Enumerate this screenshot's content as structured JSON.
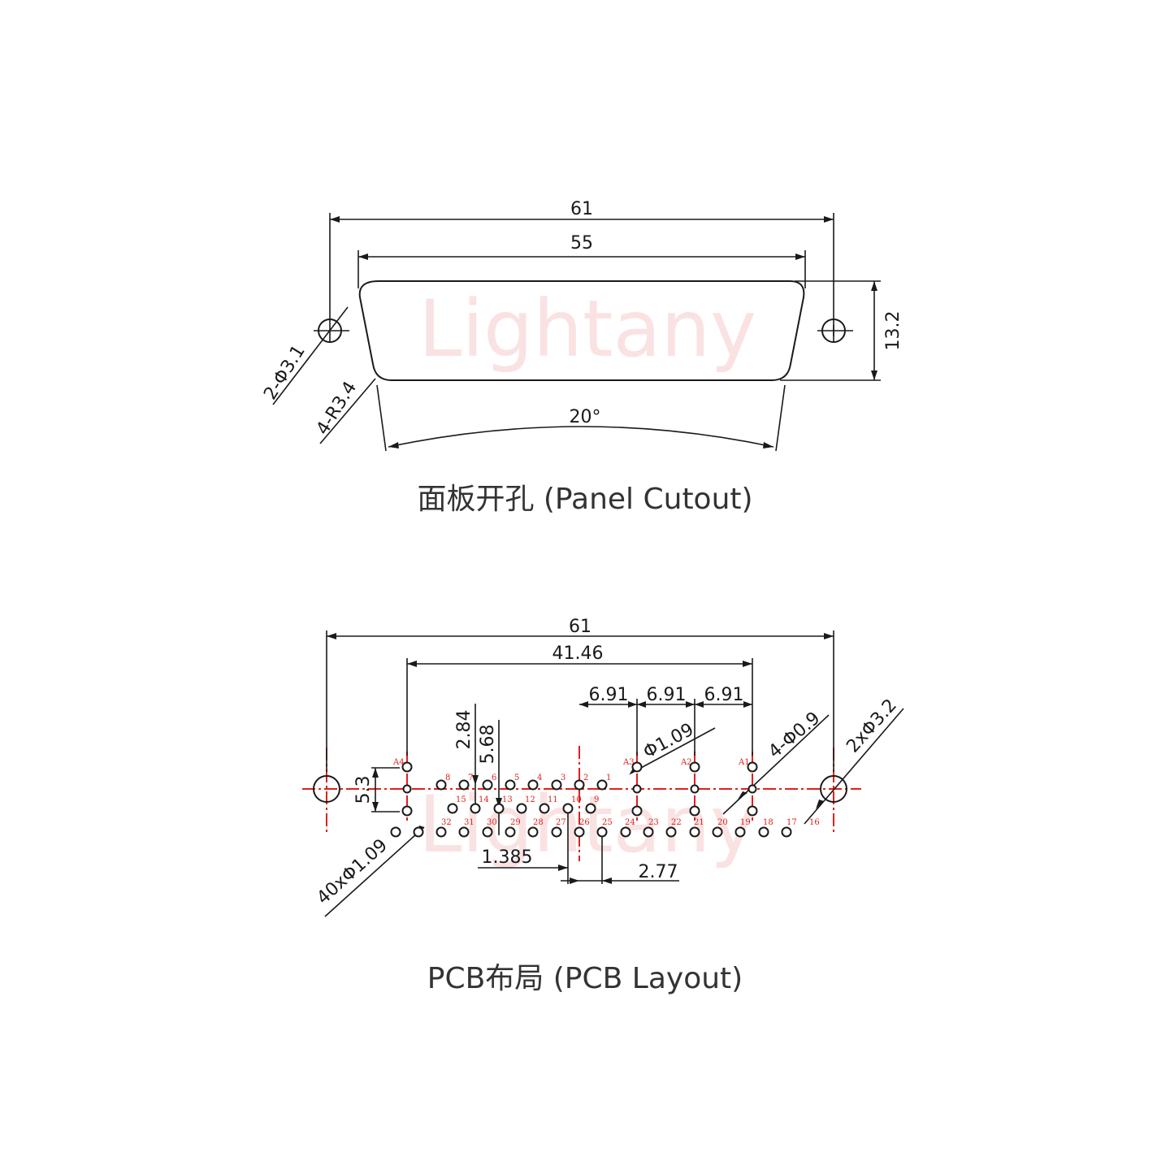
{
  "watermark": "Lightany",
  "panel": {
    "caption": "面板开孔 (Panel Cutout)",
    "dim_total": "61",
    "dim_inner": "55",
    "dim_height": "13.2",
    "angle": "20°",
    "mount_holes": "2-Φ3.1",
    "corner_radius": "4-R3.4"
  },
  "pcb": {
    "caption": "PCB布局 (PCB Layout)",
    "dim_total": "61",
    "dim_span": "41.46",
    "dim_pitch_a": "6.91",
    "dim_pitch_b": "6.91",
    "dim_pitch_c": "6.91",
    "dim_v1": "2.84",
    "dim_v2": "5.68",
    "dim_53": "5.3",
    "dim_1385": "1.385",
    "dim_277": "2.77",
    "coax_hole": "Φ1.09",
    "coax_pins": "4-Φ0.9",
    "signal_holes": "40xΦ1.09",
    "mount_holes": "2xΦ3.2",
    "row1_labels": [
      "8",
      "7",
      "6",
      "5",
      "4",
      "3",
      "2",
      "1"
    ],
    "row2_labels": [
      "15",
      "14",
      "13",
      "12",
      "11",
      "10",
      "9"
    ],
    "row3_labels": [
      "32",
      "31",
      "30",
      "29",
      "28",
      "27",
      "26",
      "25",
      "24",
      "23",
      "22",
      "21",
      "20",
      "19",
      "18",
      "17",
      "16"
    ],
    "coax_labels": [
      "A4",
      "A3",
      "A2",
      "A1"
    ]
  }
}
